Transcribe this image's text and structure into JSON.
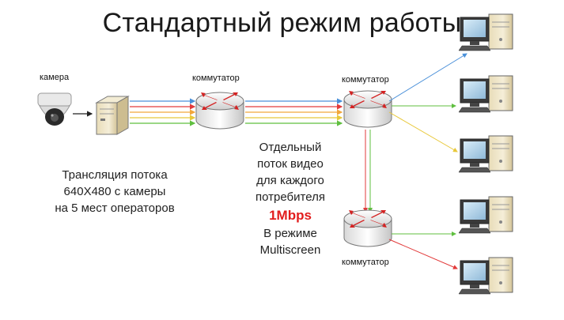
{
  "title": "Стандартный режим работы",
  "labels": {
    "camera": "камера",
    "switch1": "коммутатор",
    "switch2": "коммутатор",
    "switch3": "коммутатор"
  },
  "left_text": {
    "line1": "Трансляция потока",
    "line2": "640X480 с камеры",
    "line3": "на 5 мест операторов"
  },
  "center_text": {
    "line1": "Отдельный",
    "line2": "поток видео",
    "line3": "для каждого",
    "line4": "потребителя",
    "bitrate": "1Mbps",
    "line5": "В режиме",
    "line6": "Multiscreen"
  },
  "stream_colors": [
    "#e23a3a",
    "#f2a63a",
    "#e8d23a",
    "#5fbf3f",
    "#4a90d9"
  ],
  "colors": {
    "accent_red": "#e21d1d"
  },
  "icons": [
    "camera-icon",
    "server-icon",
    "router-icon",
    "computer-icon"
  ]
}
